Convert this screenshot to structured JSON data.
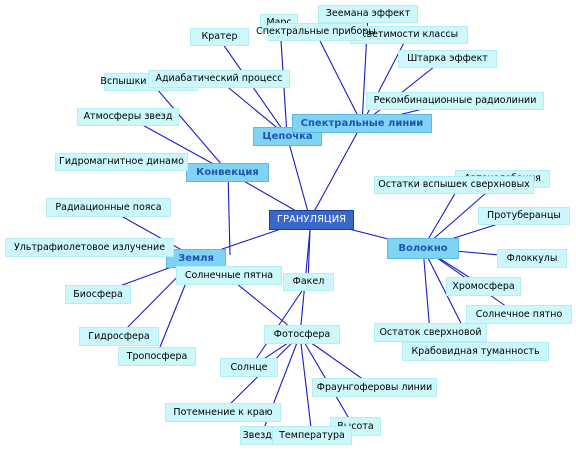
{
  "center": "ГРАНУЛЯЦИЯ",
  "hubs": {
    "chain": "Цепочка",
    "spectral_lines": "Спектральные линии",
    "convection": "Конвекция",
    "earth": "Земля",
    "fiber": "Волокно"
  },
  "leaves": {
    "mars": "Марс",
    "zeeman": "Зеемана эффект",
    "spectral_instruments": "Спектральные приборы",
    "luminosity_classes": "Светимости классы",
    "crater": "Кратер",
    "shtark": "Штарка эффект",
    "flares": "Вспышки на Солнце",
    "adiabatic": "Адиабатический процесс",
    "recombination": "Рекомбинационные радиолинии",
    "star_atmospheres": "Атмосферы звезд",
    "hydromagnetic": "Гидромагнитное динамо",
    "autooscillations": "Автоколебания",
    "supernova_remnants": "Остатки вспышек сверхновых",
    "radiation_belts": "Радиационные пояса",
    "prominences": "Протуберанцы",
    "ultraviolet": "Ультрафиолетовое излучение",
    "floccules": "Флоккулы",
    "sunspots": "Солнечные пятна",
    "facula": "Факел",
    "biosphere": "Биосфера",
    "chromosphere": "Хромосфера",
    "solar_spot": "Солнечное пятно",
    "hydrosphere": "Гидросфера",
    "photosphere": "Фотосфера",
    "supernova_remnant": "Остаток сверхновой",
    "crab_nebula": "Крабовидная туманность",
    "troposphere": "Тропосфера",
    "sun": "Солнце",
    "fraunhofer": "Фраунгоферовы линии",
    "limb_darkening": "Потемнение к краю",
    "height": "Высота",
    "stars": "Звезды",
    "temperature": "Температура"
  }
}
